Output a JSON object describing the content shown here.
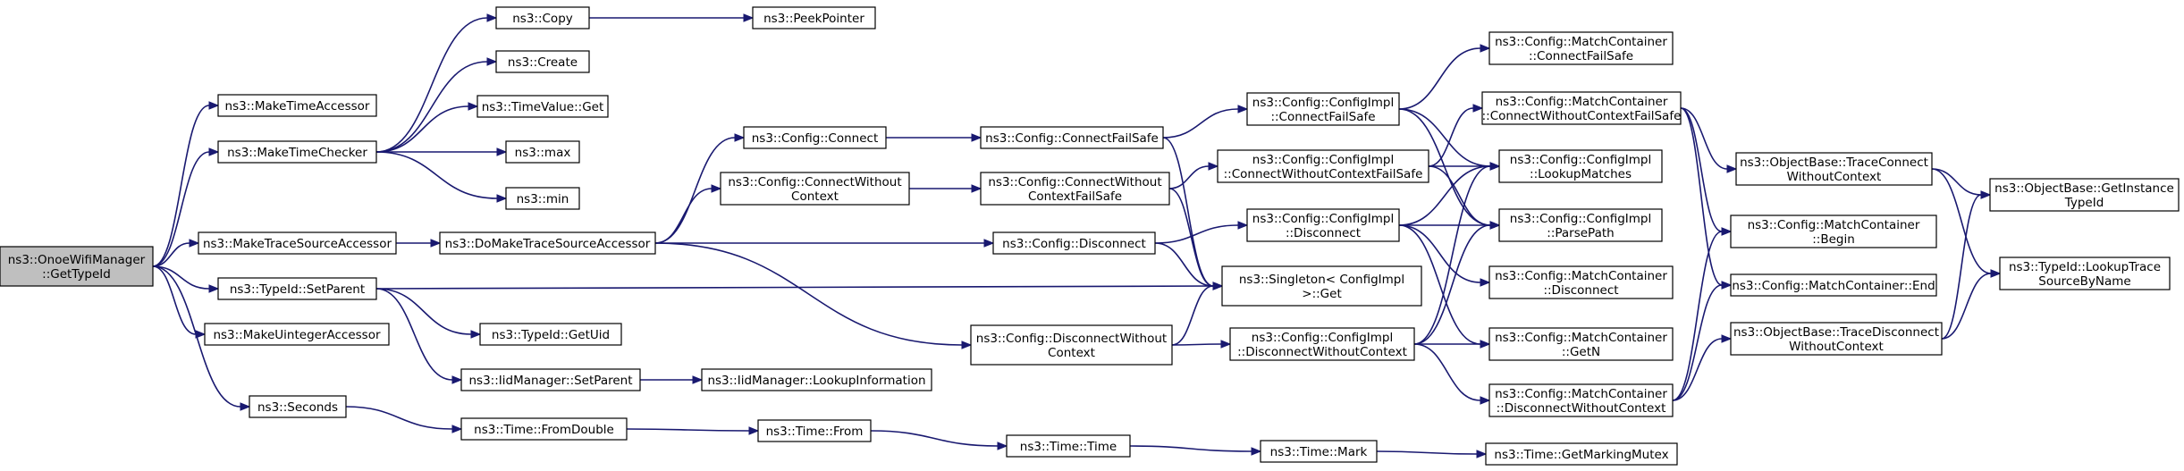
{
  "nodes": [
    {
      "id": "root",
      "lines": [
        "ns3::OnoeWifiManager",
        "::GetTypeId"
      ]
    },
    {
      "id": "make_time_accessor",
      "lines": [
        "ns3::MakeTimeAccessor"
      ]
    },
    {
      "id": "make_time_checker",
      "lines": [
        "ns3::MakeTimeChecker"
      ]
    },
    {
      "id": "make_trace_source_accessor",
      "lines": [
        "ns3::MakeTraceSourceAccessor"
      ]
    },
    {
      "id": "typeid_set_parent",
      "lines": [
        "ns3::TypeId::SetParent"
      ]
    },
    {
      "id": "make_uinteger_accessor",
      "lines": [
        "ns3::MakeUintegerAccessor"
      ]
    },
    {
      "id": "seconds",
      "lines": [
        "ns3::Seconds"
      ]
    },
    {
      "id": "copy",
      "lines": [
        "ns3::Copy"
      ]
    },
    {
      "id": "create",
      "lines": [
        "ns3::Create"
      ]
    },
    {
      "id": "timevalue_get",
      "lines": [
        "ns3::TimeValue::Get"
      ]
    },
    {
      "id": "max",
      "lines": [
        "ns3::max"
      ]
    },
    {
      "id": "min",
      "lines": [
        "ns3::min"
      ]
    },
    {
      "id": "peek_pointer",
      "lines": [
        "ns3::PeekPointer"
      ]
    },
    {
      "id": "do_make_trace_source_accessor",
      "lines": [
        "ns3::DoMakeTraceSourceAccessor"
      ]
    },
    {
      "id": "typeid_get_uid",
      "lines": [
        "ns3::TypeId::GetUid"
      ]
    },
    {
      "id": "iid_set_parent",
      "lines": [
        "ns3::IidManager::SetParent"
      ]
    },
    {
      "id": "iid_lookup_information",
      "lines": [
        "ns3::IidManager::LookupInformation"
      ]
    },
    {
      "id": "time_from_double",
      "lines": [
        "ns3::Time::FromDouble"
      ]
    },
    {
      "id": "time_from",
      "lines": [
        "ns3::Time::From"
      ]
    },
    {
      "id": "time_time",
      "lines": [
        "ns3::Time::Time"
      ]
    },
    {
      "id": "time_mark",
      "lines": [
        "ns3::Time::Mark"
      ]
    },
    {
      "id": "time_get_marking_mutex",
      "lines": [
        "ns3::Time::GetMarkingMutex"
      ]
    },
    {
      "id": "config_connect",
      "lines": [
        "ns3::Config::Connect"
      ]
    },
    {
      "id": "config_connect_without_context",
      "lines": [
        "ns3::Config::ConnectWithout",
        "Context"
      ]
    },
    {
      "id": "config_disconnect_without_context",
      "lines": [
        "ns3::Config::DisconnectWithout",
        "Context"
      ]
    },
    {
      "id": "config_connect_fail_safe",
      "lines": [
        "ns3::Config::ConnectFailSafe"
      ]
    },
    {
      "id": "config_connect_without_context_fail_safe",
      "lines": [
        "ns3::Config::ConnectWithout",
        "ContextFailSafe"
      ]
    },
    {
      "id": "config_disconnect",
      "lines": [
        "ns3::Config::Disconnect"
      ]
    },
    {
      "id": "impl_connect_fail_safe",
      "lines": [
        "ns3::Config::ConfigImpl",
        "::ConnectFailSafe"
      ]
    },
    {
      "id": "impl_connect_without_context_fail_safe",
      "lines": [
        "ns3::Config::ConfigImpl",
        "::ConnectWithoutContextFailSafe"
      ]
    },
    {
      "id": "impl_disconnect",
      "lines": [
        "ns3::Config::ConfigImpl",
        "::Disconnect"
      ]
    },
    {
      "id": "singleton_get",
      "lines": [
        "ns3::Singleton< ConfigImpl",
        " >::Get"
      ]
    },
    {
      "id": "impl_disconnect_without_context",
      "lines": [
        "ns3::Config::ConfigImpl",
        "::DisconnectWithoutContext"
      ]
    },
    {
      "id": "mc_connect_fail_safe",
      "lines": [
        "ns3::Config::MatchContainer",
        "::ConnectFailSafe"
      ]
    },
    {
      "id": "mc_connect_without_context_fail_safe",
      "lines": [
        "ns3::Config::MatchContainer",
        "::ConnectWithoutContextFailSafe"
      ]
    },
    {
      "id": "impl_lookup_matches",
      "lines": [
        "ns3::Config::ConfigImpl",
        "::LookupMatches"
      ]
    },
    {
      "id": "impl_parse_path",
      "lines": [
        "ns3::Config::ConfigImpl",
        "::ParsePath"
      ]
    },
    {
      "id": "mc_disconnect",
      "lines": [
        "ns3::Config::MatchContainer",
        "::Disconnect"
      ]
    },
    {
      "id": "mc_get_n",
      "lines": [
        "ns3::Config::MatchContainer",
        "::GetN"
      ]
    },
    {
      "id": "mc_disconnect_without_context",
      "lines": [
        "ns3::Config::MatchContainer",
        "::DisconnectWithoutContext"
      ]
    },
    {
      "id": "ob_trace_connect_without_context",
      "lines": [
        "ns3::ObjectBase::TraceConnect",
        "WithoutContext"
      ]
    },
    {
      "id": "mc_begin",
      "lines": [
        "ns3::Config::MatchContainer",
        "::Begin"
      ]
    },
    {
      "id": "mc_end",
      "lines": [
        "ns3::Config::MatchContainer::End"
      ]
    },
    {
      "id": "ob_trace_disconnect_without_context",
      "lines": [
        "ns3::ObjectBase::TraceDisconnect",
        "WithoutContext"
      ]
    },
    {
      "id": "ob_get_instance_type_id",
      "lines": [
        "ns3::ObjectBase::GetInstance",
        "TypeId"
      ]
    },
    {
      "id": "typeid_lookup_trace_source_by_name",
      "lines": [
        "ns3::TypeId::LookupTrace",
        "SourceByName"
      ]
    }
  ],
  "edges": [
    [
      "root",
      "make_time_accessor"
    ],
    [
      "root",
      "make_time_checker"
    ],
    [
      "root",
      "make_trace_source_accessor"
    ],
    [
      "root",
      "typeid_set_parent"
    ],
    [
      "root",
      "make_uinteger_accessor"
    ],
    [
      "root",
      "seconds"
    ],
    [
      "make_time_checker",
      "copy"
    ],
    [
      "make_time_checker",
      "create"
    ],
    [
      "make_time_checker",
      "timevalue_get"
    ],
    [
      "make_time_checker",
      "max"
    ],
    [
      "make_time_checker",
      "min"
    ],
    [
      "copy",
      "peek_pointer"
    ],
    [
      "make_trace_source_accessor",
      "do_make_trace_source_accessor"
    ],
    [
      "typeid_set_parent",
      "typeid_get_uid"
    ],
    [
      "typeid_set_parent",
      "iid_set_parent"
    ],
    [
      "typeid_set_parent",
      "singleton_get"
    ],
    [
      "iid_set_parent",
      "iid_lookup_information"
    ],
    [
      "seconds",
      "time_from_double"
    ],
    [
      "time_from_double",
      "time_from"
    ],
    [
      "time_from",
      "time_time"
    ],
    [
      "time_time",
      "time_mark"
    ],
    [
      "time_mark",
      "time_get_marking_mutex"
    ],
    [
      "do_make_trace_source_accessor",
      "config_connect"
    ],
    [
      "do_make_trace_source_accessor",
      "config_connect_without_context"
    ],
    [
      "do_make_trace_source_accessor",
      "config_disconnect"
    ],
    [
      "do_make_trace_source_accessor",
      "config_disconnect_without_context"
    ],
    [
      "config_connect",
      "config_connect_fail_safe"
    ],
    [
      "config_connect_without_context",
      "config_connect_without_context_fail_safe"
    ],
    [
      "config_connect_fail_safe",
      "impl_connect_fail_safe"
    ],
    [
      "config_connect_fail_safe",
      "singleton_get"
    ],
    [
      "config_connect_without_context_fail_safe",
      "impl_connect_without_context_fail_safe"
    ],
    [
      "config_connect_without_context_fail_safe",
      "singleton_get"
    ],
    [
      "config_disconnect",
      "impl_disconnect"
    ],
    [
      "config_disconnect",
      "singleton_get"
    ],
    [
      "config_disconnect_without_context",
      "singleton_get"
    ],
    [
      "config_disconnect_without_context",
      "impl_disconnect_without_context"
    ],
    [
      "impl_connect_fail_safe",
      "mc_connect_fail_safe"
    ],
    [
      "impl_connect_fail_safe",
      "impl_lookup_matches"
    ],
    [
      "impl_connect_fail_safe",
      "impl_parse_path"
    ],
    [
      "impl_connect_without_context_fail_safe",
      "mc_connect_without_context_fail_safe"
    ],
    [
      "impl_connect_without_context_fail_safe",
      "impl_lookup_matches"
    ],
    [
      "impl_connect_without_context_fail_safe",
      "impl_parse_path"
    ],
    [
      "impl_disconnect",
      "impl_lookup_matches"
    ],
    [
      "impl_disconnect",
      "impl_parse_path"
    ],
    [
      "impl_disconnect",
      "mc_disconnect"
    ],
    [
      "impl_disconnect",
      "mc_get_n"
    ],
    [
      "impl_disconnect_without_context",
      "impl_lookup_matches"
    ],
    [
      "impl_disconnect_without_context",
      "impl_parse_path"
    ],
    [
      "impl_disconnect_without_context",
      "mc_get_n"
    ],
    [
      "impl_disconnect_without_context",
      "mc_disconnect_without_context"
    ],
    [
      "mc_connect_without_context_fail_safe",
      "ob_trace_connect_without_context"
    ],
    [
      "mc_connect_without_context_fail_safe",
      "mc_begin"
    ],
    [
      "mc_connect_without_context_fail_safe",
      "mc_end"
    ],
    [
      "mc_disconnect_without_context",
      "mc_begin"
    ],
    [
      "mc_disconnect_without_context",
      "mc_end"
    ],
    [
      "mc_disconnect_without_context",
      "ob_trace_disconnect_without_context"
    ],
    [
      "ob_trace_connect_without_context",
      "ob_get_instance_type_id"
    ],
    [
      "ob_trace_connect_without_context",
      "typeid_lookup_trace_source_by_name"
    ],
    [
      "ob_trace_disconnect_without_context",
      "ob_get_instance_type_id"
    ],
    [
      "ob_trace_disconnect_without_context",
      "typeid_lookup_trace_source_by_name"
    ]
  ],
  "colors": {
    "edge": "#191970",
    "root_fill": "#bfbfbf",
    "node_fill": "#ffffff",
    "node_border": "#000000"
  }
}
